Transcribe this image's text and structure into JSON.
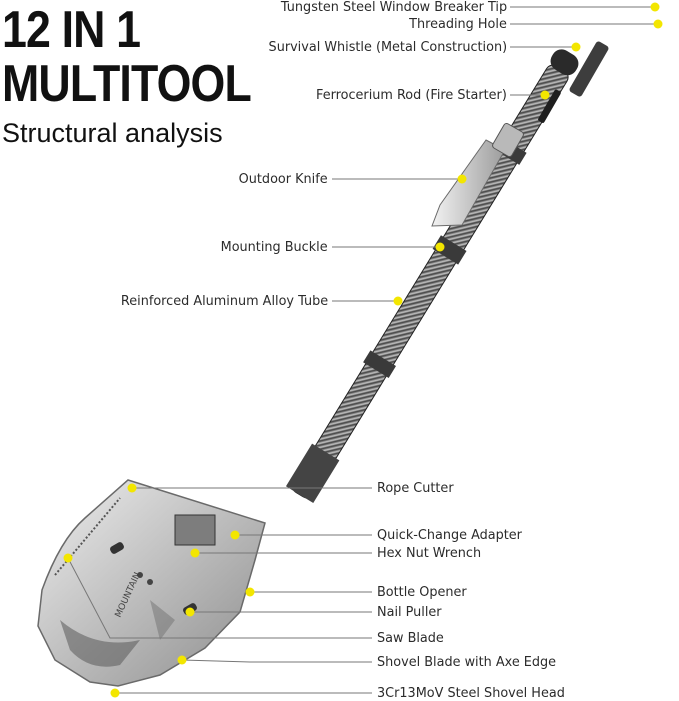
{
  "headline": {
    "line1": "12 IN 1",
    "line2": "MULTITOOL"
  },
  "subtitle": "Structural analysis",
  "colors": {
    "marker": "#f3e600",
    "leader": "#777777",
    "text": "#2b2b2b"
  },
  "parts": [
    "Tungsten Steel Window Breaker Tip",
    "Threading Hole",
    "Survival Whistle (Metal Construction)",
    "Ferrocerium Rod (Fire Starter)",
    "Outdoor Knife",
    "Mounting Buckle",
    "Reinforced Aluminum Alloy Tube",
    "Rope Cutter",
    "Quick-Change Adapter",
    "Hex Nut Wrench",
    "Bottle Opener",
    "Nail Puller",
    "Saw Blade",
    "Shovel Blade with Axe Edge",
    "3Cr13MoV Steel Shovel Head"
  ],
  "blade_engraving": "MOUNTAIN"
}
